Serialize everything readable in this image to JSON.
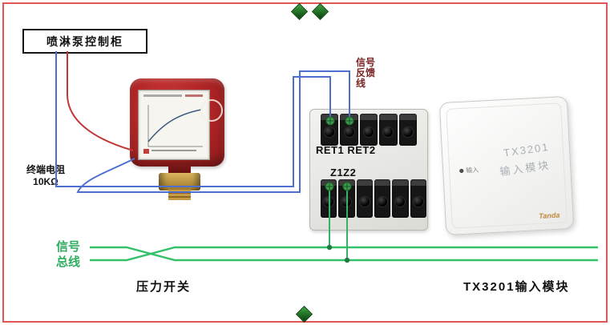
{
  "canvas": {
    "border_color": "#e05555"
  },
  "diamond": {
    "color": "#1f7a1f"
  },
  "cabinet": {
    "label": "喷淋泵控制柜"
  },
  "resistor": {
    "line1": "终端电阻",
    "line2": "10KΩ"
  },
  "feedback": {
    "line1": "信号",
    "line2": "反馈",
    "line3": "线"
  },
  "terminal_block": {
    "ret_label": "RET1 RET2",
    "z_label": "Z1Z2",
    "screw_color": "#3f9e4c"
  },
  "bus": {
    "line1": "信号",
    "line2": "总线",
    "color": "#35c06a"
  },
  "pressure_switch": {
    "caption": "压力开关"
  },
  "module": {
    "model": "TX3201",
    "name": "输入模块",
    "port": "输入",
    "brand": "Tanda",
    "caption": "TX3201输入模块"
  },
  "wires": {
    "blue": "#4f6fd0",
    "red": "#c23636",
    "green": "#35b268",
    "junction": "#1d7a42"
  }
}
